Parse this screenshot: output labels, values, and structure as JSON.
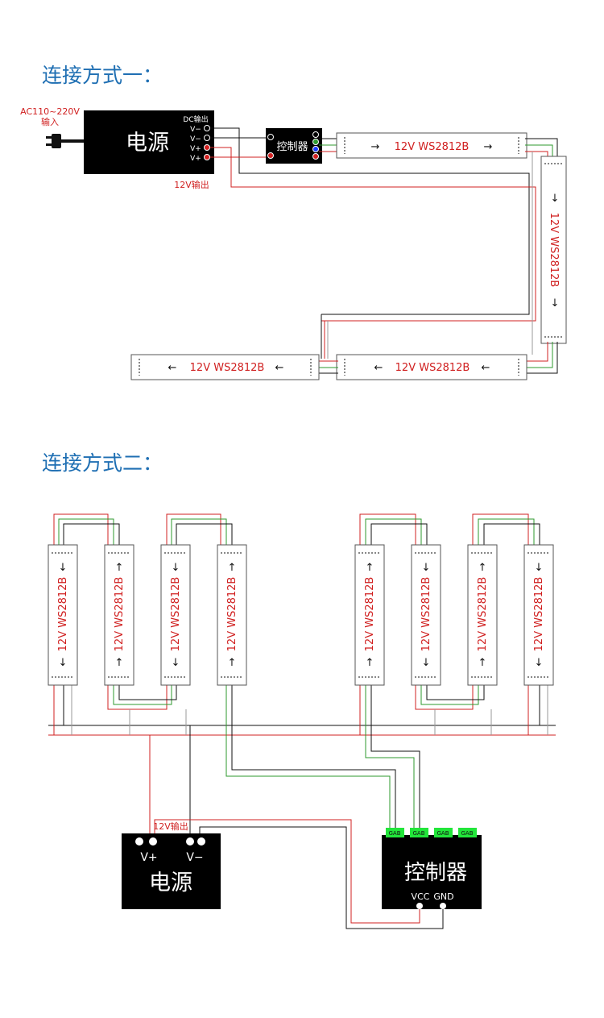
{
  "section1": {
    "title": "连接方式一：",
    "input_label_line1": "AC110~220V",
    "input_label_line2": "输入",
    "psu_label": "电源",
    "dc_out_label": "DC输出",
    "terminal_labels": [
      "V−",
      "V−",
      "V+",
      "V+"
    ],
    "out12v_label": "12V输出",
    "controller_label": "控制器",
    "strip_text": "12V  WS2812B",
    "arrow_right": "→",
    "arrow_left": "←",
    "arrow_down": "↓"
  },
  "section2": {
    "title": "连接方式二：",
    "strip_text": "12V  WS2812B",
    "arrow_up": "↑",
    "arrow_down": "↓",
    "out12v_label": "12V输出",
    "vplus_label": "V+",
    "vminus_label": "V−",
    "psu_label": "电源",
    "controller_label": "控制器",
    "port_label": "GAB",
    "vcc_label": "VCC",
    "gnd_label": "GND"
  },
  "colors": {
    "title": "#1f6fb3",
    "red": "#d02020",
    "green": "#2e9a2e",
    "black": "#111111",
    "gray": "#9a9a9a",
    "port_green": "#22e63a",
    "blue_led": "#1c3cff"
  }
}
